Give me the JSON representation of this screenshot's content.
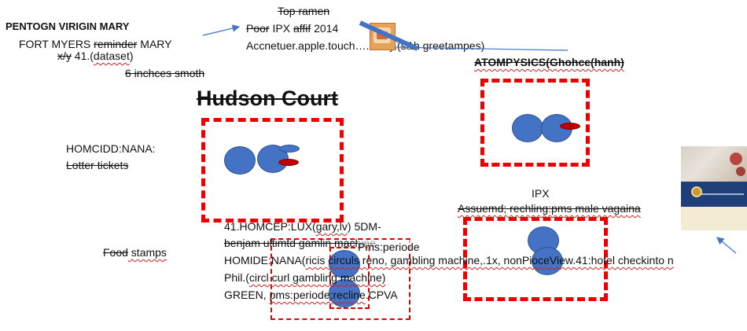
{
  "top_left": {
    "name": "PENTOGN VIRIGIN MARY",
    "line2_a": "FORT MYERS ",
    "line2_b": "reminder",
    "line2_c": " MARY",
    "line3_a": "x/y",
    "line3_b": " 41.(",
    "line3_c": "dataset",
    "line3_d": ")",
    "line4": "6 inchces smoth"
  },
  "top_center": {
    "top_ramen": "Top ramen",
    "line2_a": "Poor",
    "line2_b": " IPX ",
    "line2_c": "affif",
    "line2_d": " 2014",
    "line3": "Accnetuer.apple.touch….Hony.(s&h greetampes)"
  },
  "right_top": {
    "label": "ATOMPYSICS(Ghohce(hanh)"
  },
  "title": {
    "text": "Hudson Court"
  },
  "left_mid": {
    "line1": "HOMCIDD:NANA:",
    "line2": "Lotter tickets"
  },
  "food": {
    "a": "Food",
    "b": " stamps"
  },
  "center_list": {
    "line1_a": "41.HOMCEP:LUX(",
    "line1_b": "gary,lv",
    "line1_c": ") 5DM-",
    "line2": "benjam ultimtd gamlin machine",
    "line3_a": "HOMIDE:NANA(",
    "line3_b": "ricis circuls reno, gambling machine,.1x, nonPioceView.41:hotel checkinto n",
    "line4_a": "Phil.(",
    "line4_b": "circl curl gambling machine)",
    "line5_a": "GREEN, ",
    "line5_b": "pms:periode:recline",
    "line5_c": ".CPVA",
    "overlay": "Pms:periode"
  },
  "right_mid": {
    "ipx": "IPX",
    "assuemd": "Assuemd; rechling:pms male vagaina"
  },
  "colors": {
    "dash_red": "#ee0000",
    "circle_blue": "#4472c4",
    "oval_red": "#c00000",
    "arrow_blue": "#4472c4"
  }
}
